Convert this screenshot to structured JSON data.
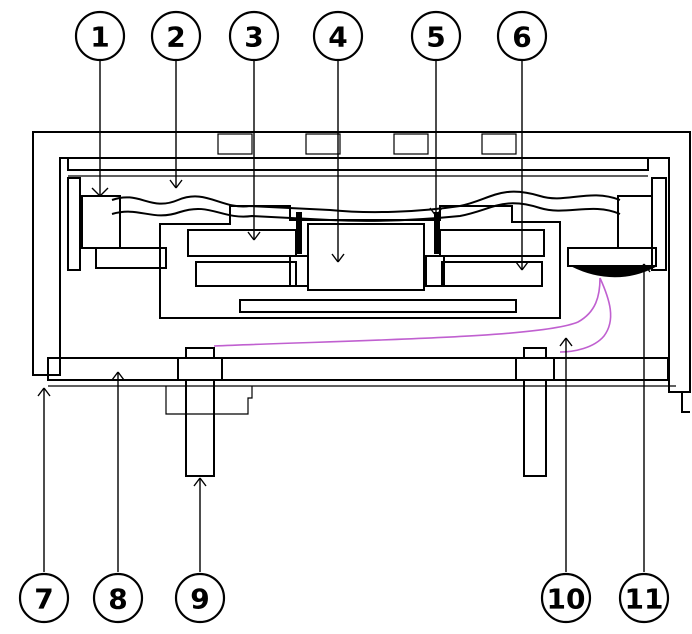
{
  "labels": {
    "top": [
      "1",
      "2",
      "3",
      "4",
      "5",
      "6"
    ],
    "bottom": [
      "7",
      "8",
      "9",
      "10",
      "11"
    ]
  },
  "colors": {
    "line": "#000000",
    "wire": "#c060d0",
    "background": "#ffffff"
  }
}
